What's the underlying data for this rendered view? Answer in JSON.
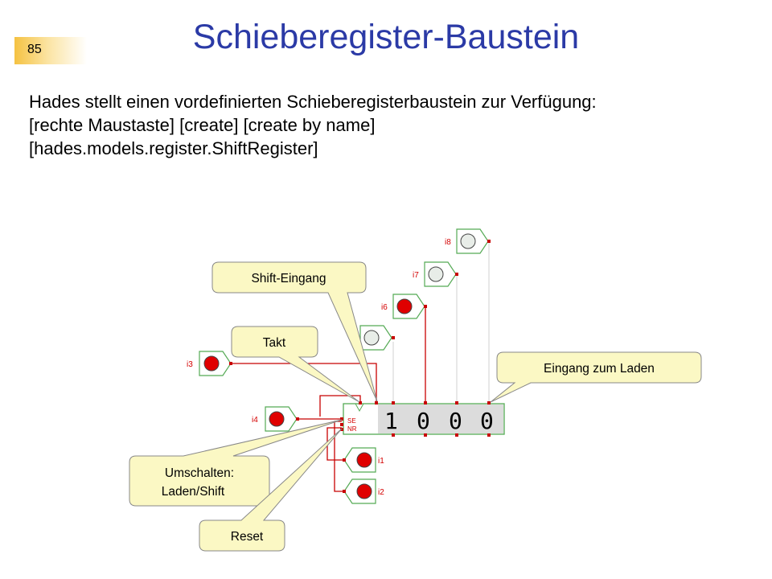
{
  "slide": {
    "page_number": "85",
    "title": "Schieberegister-Baustein",
    "body_lines": [
      "Hades stellt einen vordefinierten Schieberegisterbaustein zur Verfügung:",
      "[rechte Maustaste] [create] [create by name]",
      "[hades.models.register.ShiftRegister]"
    ]
  },
  "diagram": {
    "callouts": {
      "shift_input": "Shift-Eingang",
      "clock": "Takt",
      "load_input": "Eingang zum Laden",
      "mode_line1": "Umschalten:",
      "mode_line2": "Laden/Shift",
      "reset": "Reset"
    },
    "inputs": {
      "i1": "i1",
      "i2": "i2",
      "i3": "i3",
      "i4": "i4",
      "i6": "i6",
      "i7": "i7",
      "i8": "i8"
    },
    "register": {
      "digits": [
        "1",
        "0",
        "0",
        "0"
      ],
      "se_label": "SE",
      "nr_label": "NR"
    },
    "colors": {
      "title": "#2b3aa6",
      "callout_fill": "#fbf8c4",
      "wire": "#c80000",
      "led_on": "#e00000",
      "led_off": "#e8ede8",
      "component_border": "#55aa55"
    }
  }
}
